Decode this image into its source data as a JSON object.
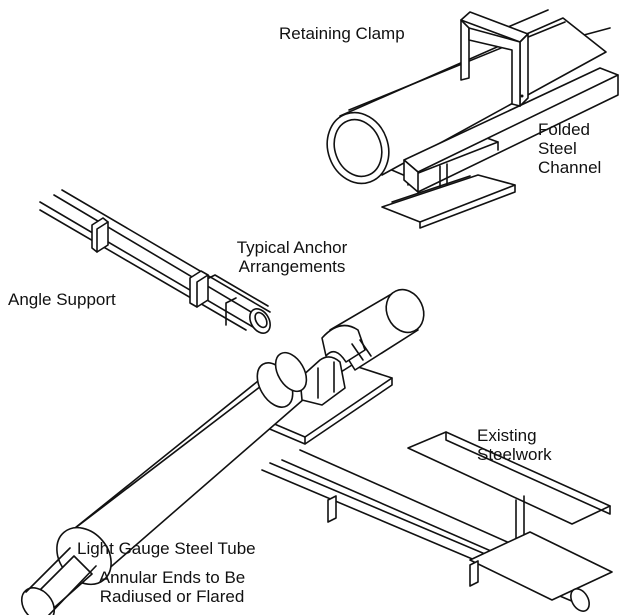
{
  "labels": {
    "retaining_clamp": "Retaining Clamp",
    "folded_channel": [
      "Folded",
      "Steel",
      "Channel"
    ],
    "typical_anchor": [
      "Typical Anchor",
      "Arrangements"
    ],
    "angle_support": "Angle Support",
    "existing_steelwork": [
      "Existing",
      "Steelwork"
    ],
    "light_gauge_tube": "Light Gauge Steel Tube",
    "annular_ends": [
      "Annular Ends to Be",
      "Radiused or Flared"
    ]
  }
}
